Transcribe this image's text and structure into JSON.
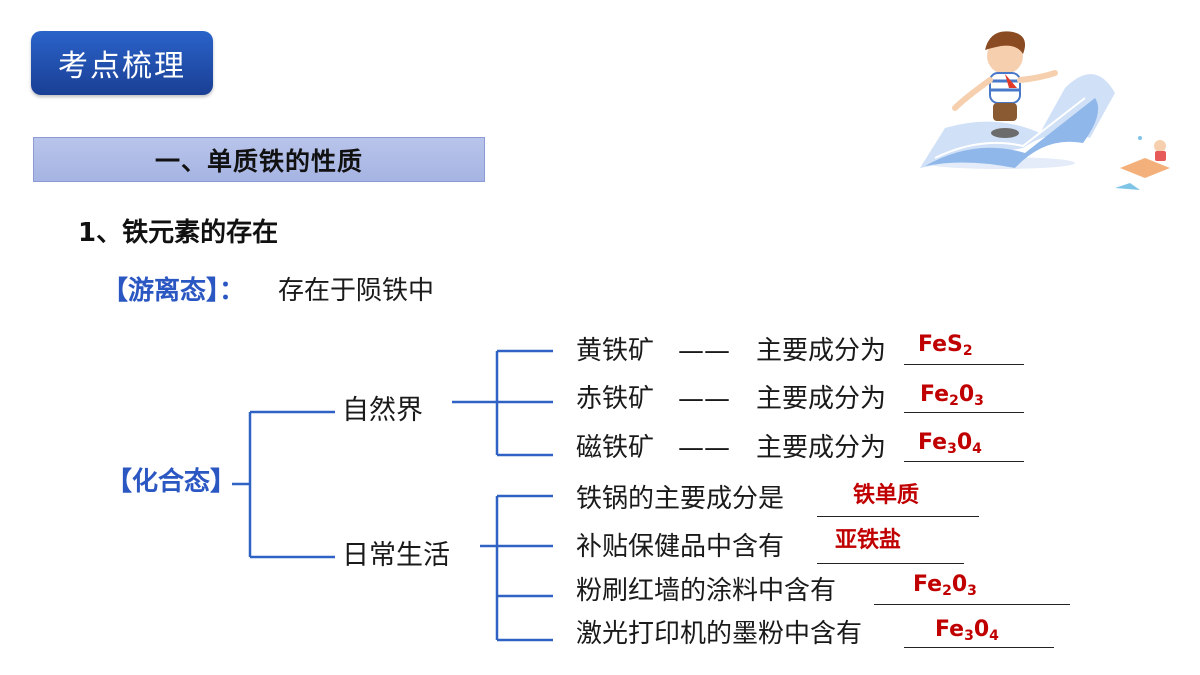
{
  "header": {
    "badge": "考点梳理"
  },
  "section": {
    "title": "一、单质铁的性质"
  },
  "subsection": {
    "title": "1、铁元素的存在"
  },
  "free_state": {
    "label": "【游离态】：",
    "text": "存在于陨铁中"
  },
  "combined_state": {
    "label": "【化合态】",
    "nature": {
      "label": "自然界",
      "items": [
        {
          "mineral": "黄铁矿",
          "dash": "——",
          "desc": "主要成分为",
          "answer": "FeS",
          "sub": "2"
        },
        {
          "mineral": "赤铁矿",
          "dash": "——",
          "desc": "主要成分为",
          "answer_parts": [
            "Fe",
            "2",
            "0",
            "3"
          ]
        },
        {
          "mineral": "磁铁矿",
          "dash": "——",
          "desc": "主要成分为",
          "answer_parts": [
            "Fe",
            "3",
            "0",
            "4"
          ]
        }
      ]
    },
    "daily": {
      "label": "日常生活",
      "items": [
        {
          "text": "铁锅的主要成分是",
          "answer": "铁单质"
        },
        {
          "text": "补贴保健品中含有",
          "answer": "亚铁盐"
        },
        {
          "text": "粉刷红墙的涂料中含有",
          "answer_parts": [
            "Fe",
            "2",
            "0",
            "3"
          ]
        },
        {
          "text": "激光打印机的墨粉中含有",
          "answer_parts": [
            "Fe",
            "3",
            "0",
            "4"
          ]
        }
      ]
    }
  },
  "colors": {
    "accent_blue": "#2b57c2",
    "tree_line": "#2f62c4",
    "answer_red": "#c00000"
  }
}
